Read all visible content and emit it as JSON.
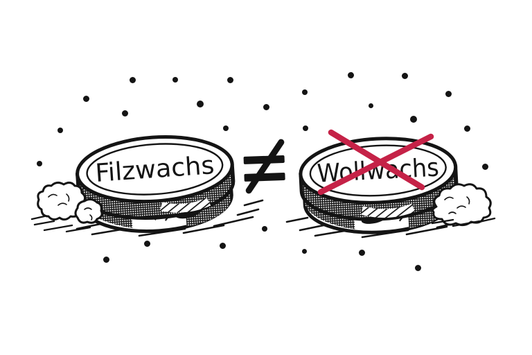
{
  "illustration": {
    "background_color": "#ffffff",
    "ink_color": "#141414",
    "cross_color": "#C52247",
    "left_tin": {
      "label": "Filzwachs",
      "crossed_out": false,
      "side_icon": "wool-clumps-icon"
    },
    "right_tin": {
      "label": "Wollwachs",
      "crossed_out": true,
      "side_icon": "wool-clump-icon"
    },
    "comparison": {
      "symbol": "≠",
      "meaning": "not equal"
    },
    "dots": [
      [
        191,
        115,
        9
      ],
      [
        253,
        115,
        8
      ],
      [
        332,
        115,
        9
      ],
      [
        124,
        142,
        9
      ],
      [
        289,
        150,
        10
      ],
      [
        384,
        154,
        9
      ],
      [
        180,
        163,
        9
      ],
      [
        87,
        188,
        8
      ],
      [
        326,
        185,
        8
      ],
      [
        57,
        236,
        8
      ],
      [
        506,
        108,
        9
      ],
      [
        584,
        109,
        9
      ],
      [
        440,
        133,
        8
      ],
      [
        647,
        135,
        9
      ],
      [
        535,
        152,
        7
      ],
      [
        597,
        172,
        10
      ],
      [
        441,
        185,
        8
      ],
      [
        674,
        185,
        9
      ],
      [
        700,
        240,
        9
      ],
      [
        212,
        351,
        9
      ],
      [
        321,
        354,
        9
      ],
      [
        153,
        374,
        9
      ],
      [
        382,
        330,
        8
      ],
      [
        439,
        362,
        7
      ],
      [
        522,
        364,
        9
      ],
      [
        603,
        386,
        9
      ]
    ]
  }
}
